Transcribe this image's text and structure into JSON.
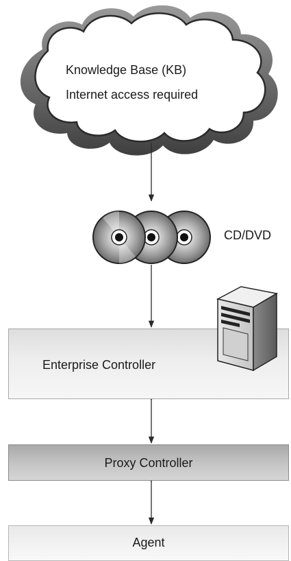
{
  "cloud": {
    "line1": "Knowledge Base (KB)",
    "line2": "Internet access required",
    "icon": "cloud-icon"
  },
  "media": {
    "label": "CD/DVD",
    "icon": "cd-dvd-stack-icon",
    "disc_count": 3
  },
  "server": {
    "icon": "server-tower-icon"
  },
  "tiers": {
    "enterprise": "Enterprise Controller",
    "proxy": "Proxy Controller",
    "agent": "Agent"
  },
  "colors": {
    "ink": "#1a1a1a",
    "enterprise_fill": "#eeeeee",
    "proxy_fill": "#bdbdbd",
    "agent_fill": "#f3f3f3"
  }
}
